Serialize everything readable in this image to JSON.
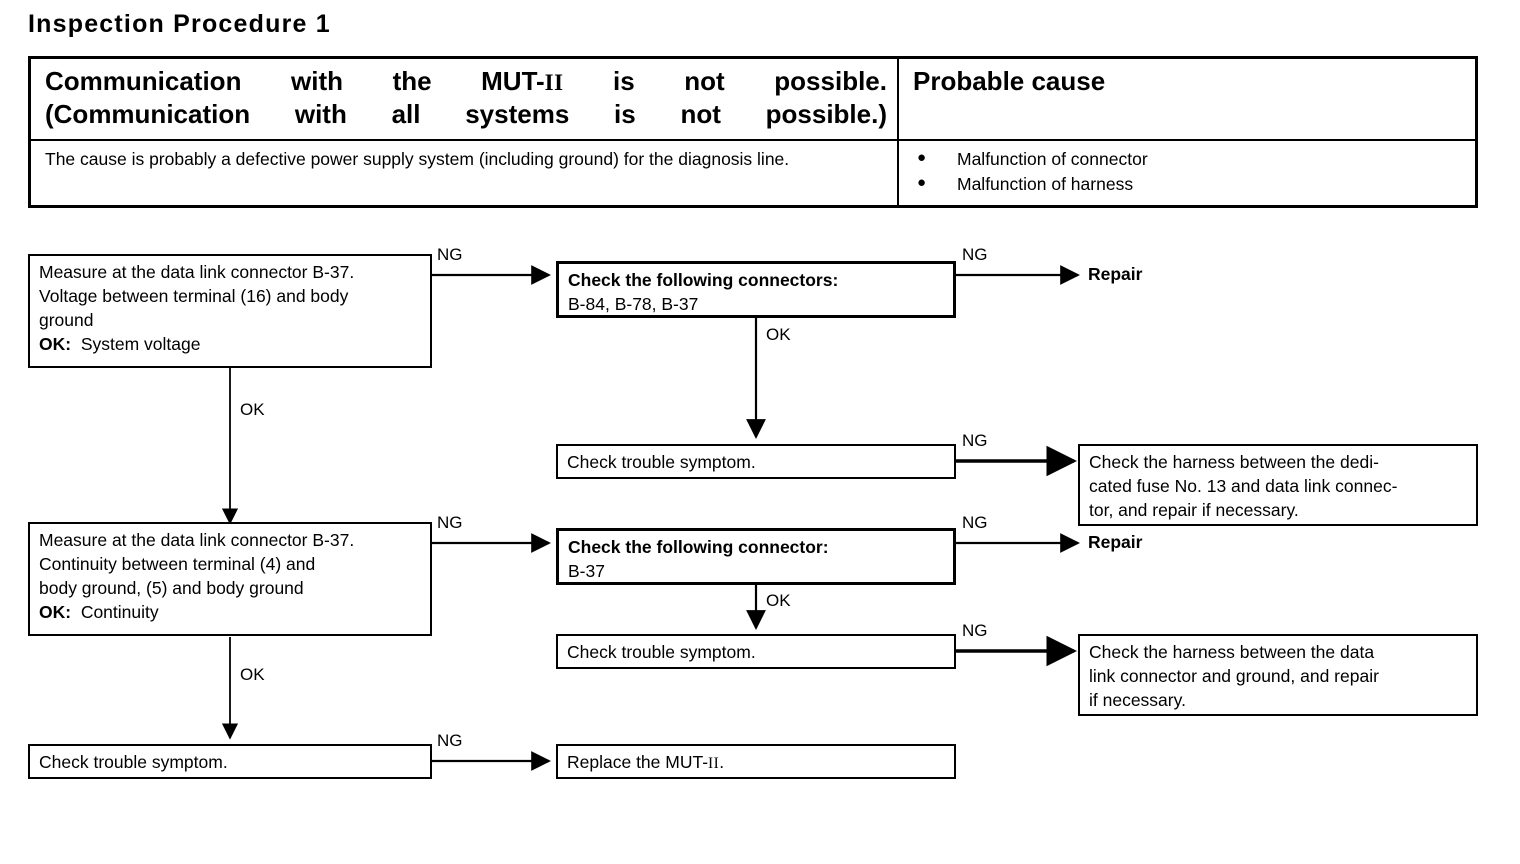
{
  "page": {
    "title": "Inspection  Procedure  1"
  },
  "symptom_table": {
    "header": {
      "symptom_line1": "Communication with the MUT-II is not possible.",
      "symptom_line1_parts": {
        "before": "Communication    with    the    MUT-",
        "roman": "II",
        "after": "   is    not    possible."
      },
      "symptom_line2": "(Communication with all systems is not possible.)",
      "cause_header": "Probable cause"
    },
    "body": {
      "description": "The cause is probably a defective power supply system (including ground) for the diagnosis line.",
      "causes": [
        "Malfunction of connector",
        "Malfunction of harness"
      ],
      "bullet_glyph": "●"
    }
  },
  "flowchart": {
    "nodes": {
      "measure_voltage": {
        "line1": "Measure at the data link connector B-37.",
        "line2": "Voltage between terminal (16) and body",
        "line3": "ground",
        "ok_label": "OK:",
        "ok_value": "System voltage"
      },
      "check_connectors_multi": {
        "title": "Check the following connectors:",
        "detail": "B-84, B-78, B-37"
      },
      "repair_top": "Repair",
      "check_symptom_1": "Check trouble symptom.",
      "harness_fuse": {
        "line1": "Check the harness between the dedi-",
        "line2": "cated fuse No. 13 and data link connec-",
        "line3": "tor, and repair if necessary."
      },
      "measure_continuity": {
        "line1": "Measure at the data link connector B-37.",
        "line2": "Continuity between terminal (4) and",
        "line3": "body ground, (5) and body ground",
        "ok_label": "OK:",
        "ok_value": "Continuity"
      },
      "check_connector_single": {
        "title": "Check the following connector:",
        "detail": "B-37"
      },
      "repair_bottom": "Repair",
      "check_symptom_2": "Check trouble symptom.",
      "harness_ground": {
        "line1": "Check the harness between the data",
        "line2": "link connector and ground, and repair",
        "line3": "if necessary."
      },
      "check_symptom_3": "Check trouble symptom.",
      "replace_mut": {
        "before": "Replace the MUT-",
        "roman": "II",
        "after": "."
      }
    },
    "edge_labels": {
      "ng_1": "NG",
      "ng_2": "NG",
      "ng_3": "NG",
      "ng_4": "NG",
      "ng_5": "NG",
      "ng_6": "NG",
      "ng_7": "NG",
      "ok_1": "OK",
      "ok_2": "OK",
      "ok_3": "OK",
      "ok_4": "OK"
    }
  },
  "colors": {
    "ink": "#000000",
    "paper": "#ffffff"
  }
}
